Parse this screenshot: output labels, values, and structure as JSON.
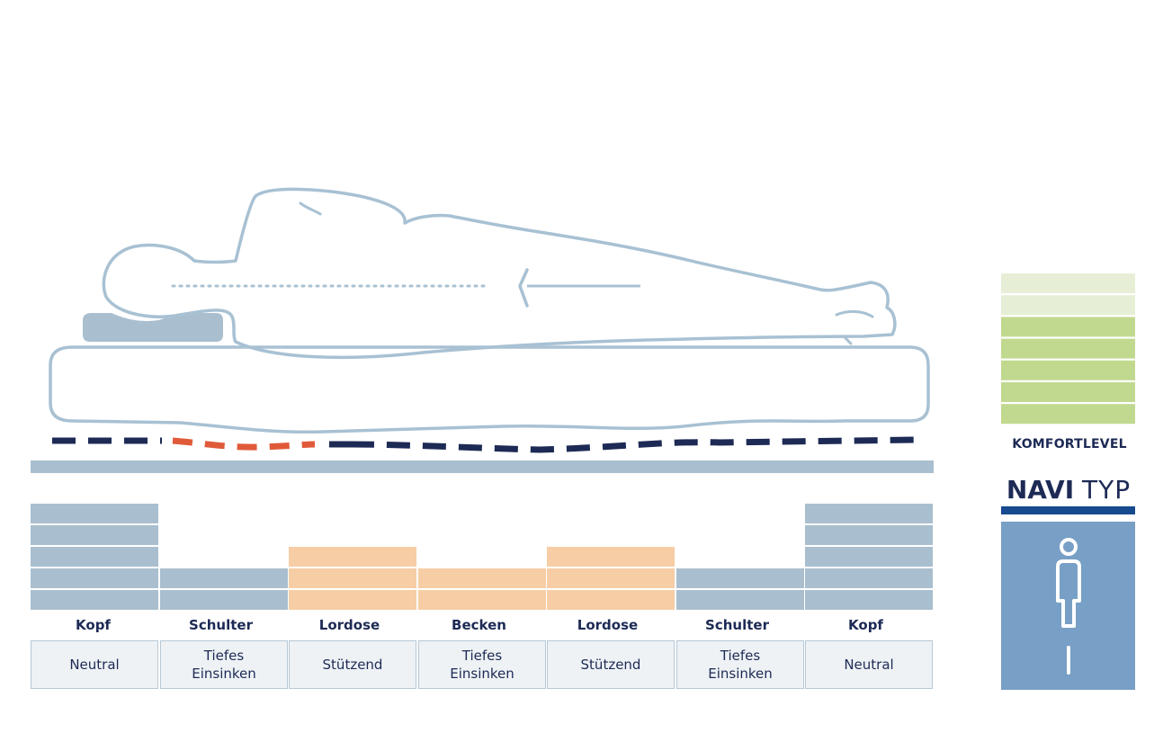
{
  "colors": {
    "outline": "#a8c1d3",
    "pillow": "#a9bfcf",
    "firm": "#a9bfcf",
    "soft": "#f6cda5",
    "dash_dark": "#1d2a55",
    "dash_accent": "#e05a3a",
    "comfort_light": "#e6efd5",
    "comfort_dark": "#c1d98f",
    "navi_blue": "#174a8f",
    "navi_panel": "#789fc5"
  },
  "zones": [
    {
      "label": "Kopf",
      "description": "Neutral",
      "level": 5,
      "kind": "firm"
    },
    {
      "label": "Schulter",
      "description": "Tiefes\nEinsinken",
      "level": 2,
      "kind": "firm"
    },
    {
      "label": "Lordose",
      "description": "Stützend",
      "level": 3,
      "kind": "soft"
    },
    {
      "label": "Becken",
      "description": "Tiefes\nEinsinken",
      "level": 2,
      "kind": "soft"
    },
    {
      "label": "Lordose",
      "description": "Stützend",
      "level": 3,
      "kind": "soft"
    },
    {
      "label": "Schulter",
      "description": "Tiefes\nEinsinken",
      "level": 2,
      "kind": "firm"
    },
    {
      "label": "Kopf",
      "description": "Neutral",
      "level": 5,
      "kind": "firm"
    }
  ],
  "komfort": {
    "label": "KOMFORTLEVEL",
    "segments": 7,
    "light_segments": 2
  },
  "navi": {
    "part1": "NAVI",
    "part2": "TYP",
    "icon": "standing-person-icon"
  }
}
